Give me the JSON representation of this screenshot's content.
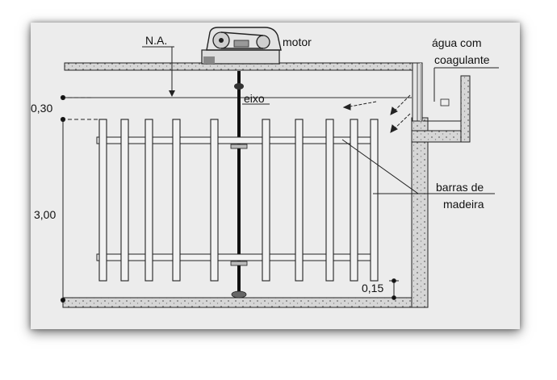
{
  "labels": {
    "na": "N.A.",
    "motor": "motor",
    "water_line1": "água com",
    "water_line2": "coagulante",
    "eixo": "eixo",
    "dim_top": "0,30",
    "dim_height": "3,00",
    "dim_bottom": "0,15",
    "bars_line1": "barras de",
    "bars_line2": "madeira"
  },
  "colors": {
    "background": "#ececec",
    "ink": "#111111",
    "wood_fill": "#f2f2f2",
    "concrete_fill": "#d6d6d6"
  }
}
